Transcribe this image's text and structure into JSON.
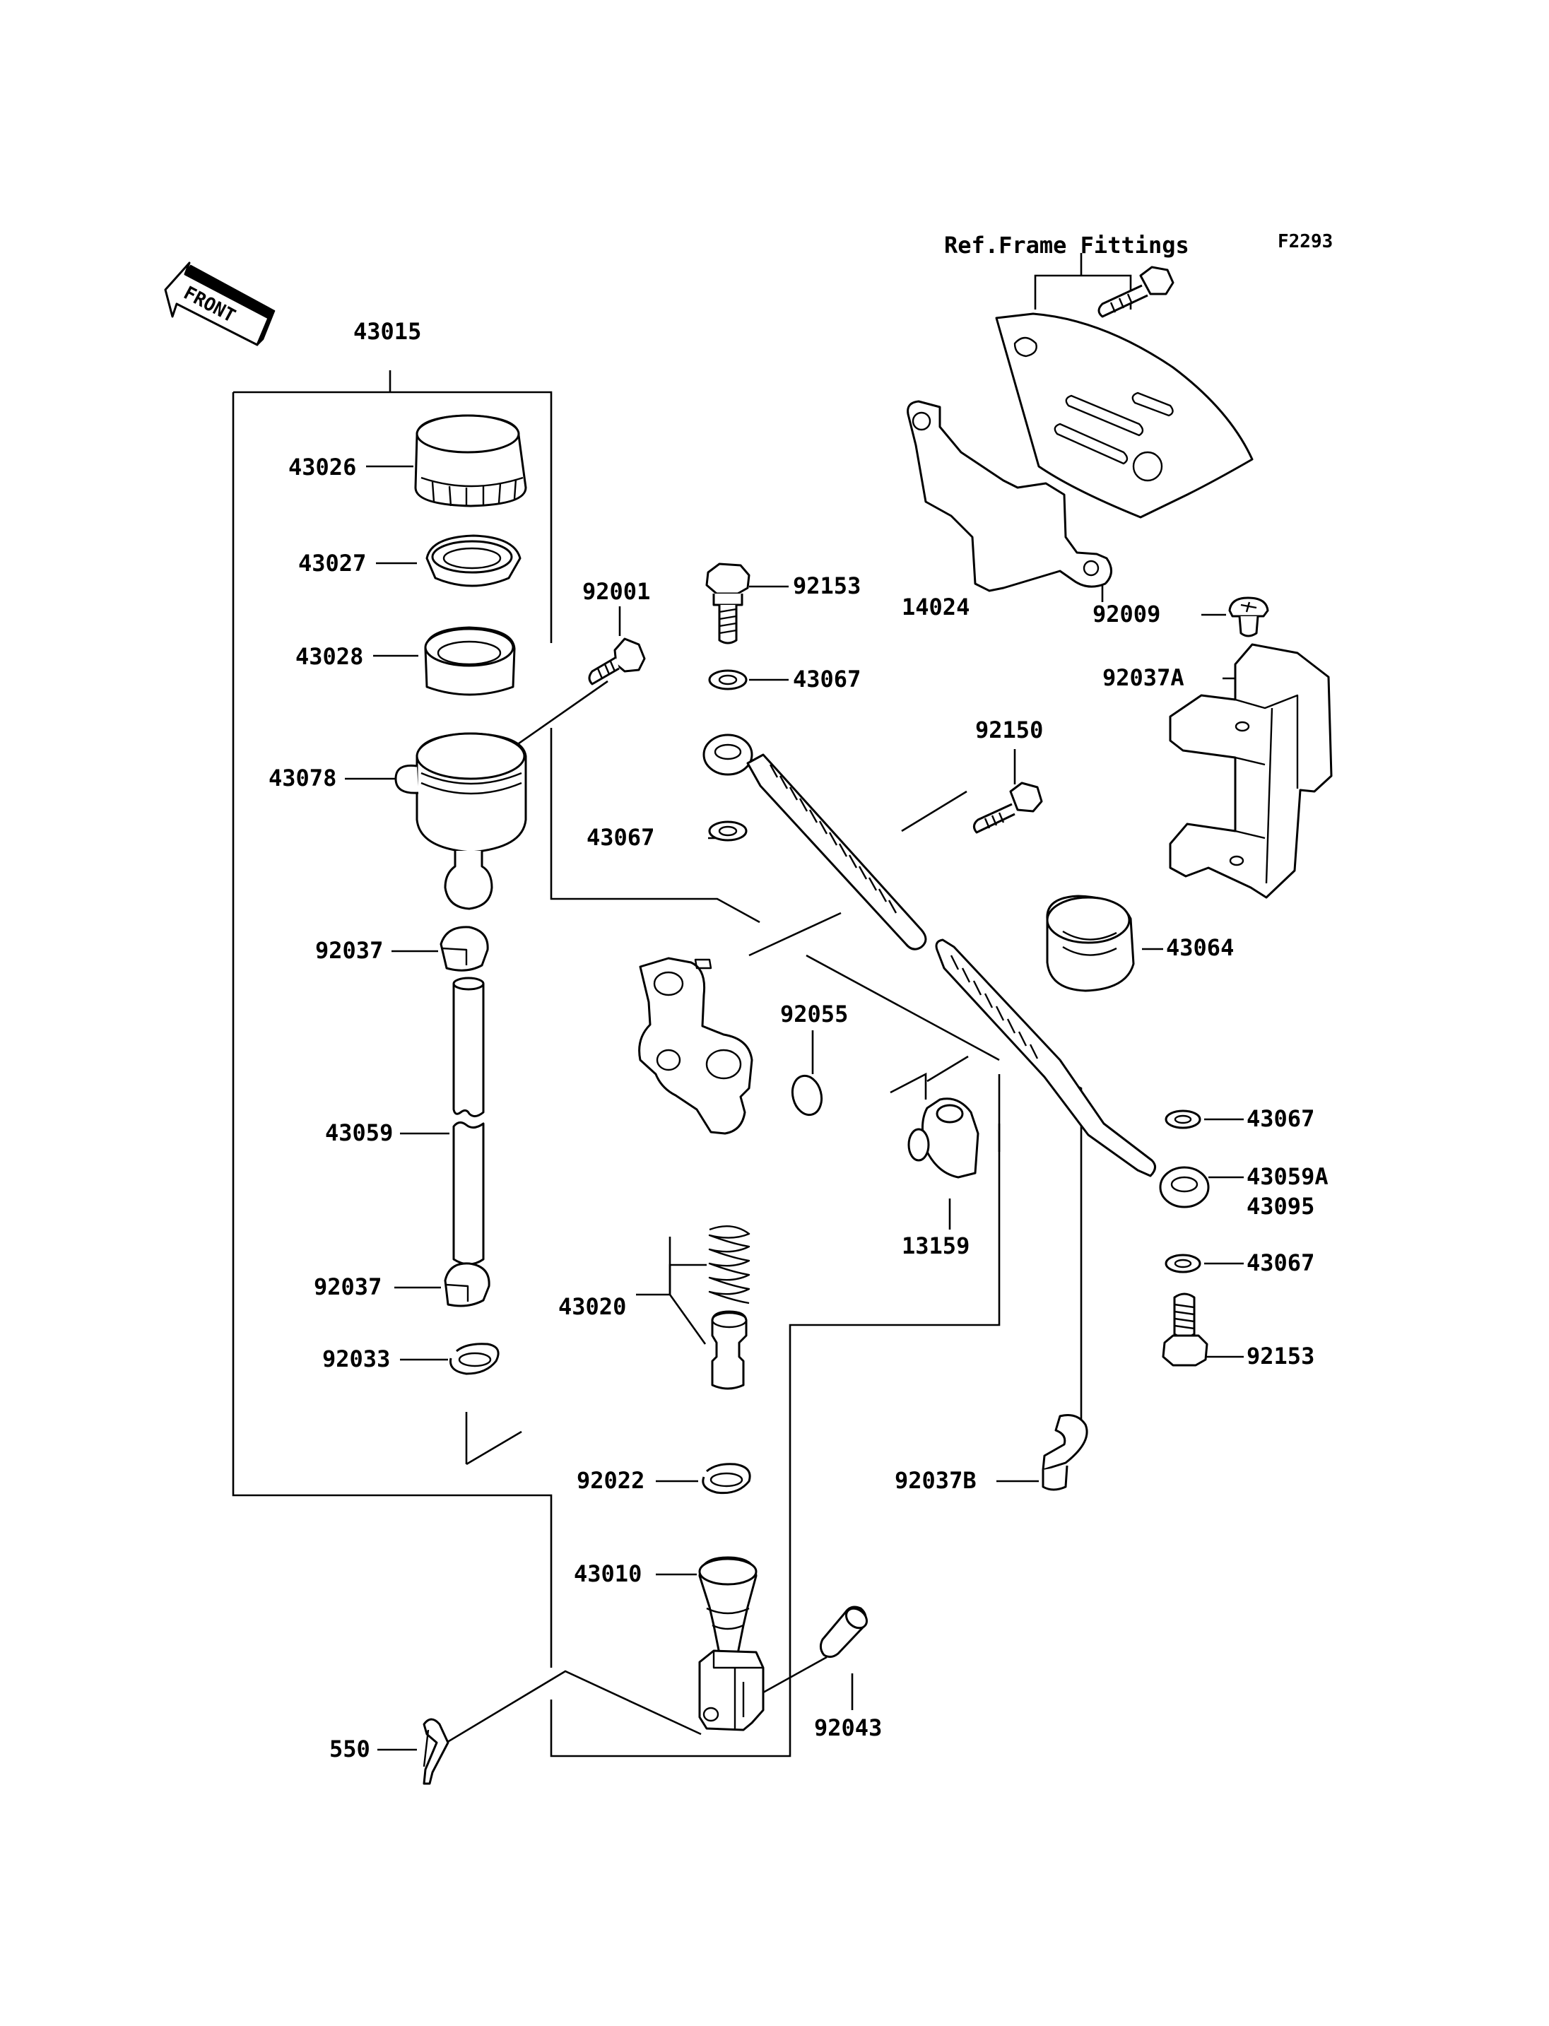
{
  "figure_id": "F2293",
  "front_arrow_text": "FRONT",
  "ref_label": "Ref.Frame Fittings",
  "parts": [
    {
      "key": "p43015",
      "label": "43015"
    },
    {
      "key": "p43026",
      "label": "43026"
    },
    {
      "key": "p43027",
      "label": "43027"
    },
    {
      "key": "p43028",
      "label": "43028"
    },
    {
      "key": "p43078",
      "label": "43078"
    },
    {
      "key": "p92037a",
      "label": "92037"
    },
    {
      "key": "p43059",
      "label": "43059"
    },
    {
      "key": "p92037b",
      "label": "92037"
    },
    {
      "key": "p92033",
      "label": "92033"
    },
    {
      "key": "p92001",
      "label": "92001"
    },
    {
      "key": "p92153a",
      "label": "92153"
    },
    {
      "key": "p43067a",
      "label": "43067"
    },
    {
      "key": "p43067b",
      "label": "43067"
    },
    {
      "key": "p92150",
      "label": "92150"
    },
    {
      "key": "p14024",
      "label": "14024"
    },
    {
      "key": "p92009",
      "label": "92009"
    },
    {
      "key": "p92037A",
      "label": "92037A"
    },
    {
      "key": "p43064",
      "label": "43064"
    },
    {
      "key": "p92055",
      "label": "92055"
    },
    {
      "key": "p43067c",
      "label": "43067"
    },
    {
      "key": "p43059A",
      "label": "43059A"
    },
    {
      "key": "p43095",
      "label": "43095"
    },
    {
      "key": "p43067d",
      "label": "43067"
    },
    {
      "key": "p92153b",
      "label": "92153"
    },
    {
      "key": "p13159",
      "label": "13159"
    },
    {
      "key": "p43020",
      "label": "43020"
    },
    {
      "key": "p92022",
      "label": "92022"
    },
    {
      "key": "p92037B",
      "label": "92037B"
    },
    {
      "key": "p43010",
      "label": "43010"
    },
    {
      "key": "p92043",
      "label": "92043"
    },
    {
      "key": "p550",
      "label": "550"
    }
  ]
}
